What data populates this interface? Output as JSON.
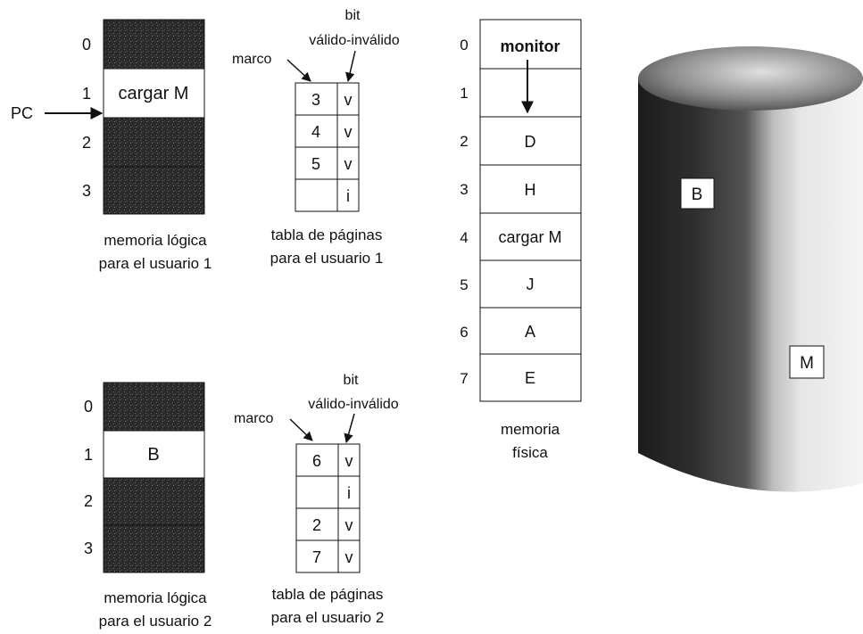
{
  "pc_label": "PC",
  "user1": {
    "logical_memory": {
      "rows": [
        {
          "index": "0",
          "label": "",
          "shaded": true
        },
        {
          "index": "1",
          "label": "cargar M",
          "shaded": false
        },
        {
          "index": "2",
          "label": "",
          "shaded": true
        },
        {
          "index": "3",
          "label": "",
          "shaded": true
        }
      ],
      "caption_line1": "memoria lógica",
      "caption_line2": "para el usuario 1"
    },
    "page_table": {
      "header_bit": "bit",
      "header_valid": "válido-inválido",
      "header_frame": "marco",
      "rows": [
        {
          "frame": "3",
          "bit": "v"
        },
        {
          "frame": "4",
          "bit": "v"
        },
        {
          "frame": "5",
          "bit": "v"
        },
        {
          "frame": "",
          "bit": "i"
        }
      ],
      "caption_line1": "tabla de páginas",
      "caption_line2": "para el usuario 1"
    }
  },
  "user2": {
    "logical_memory": {
      "rows": [
        {
          "index": "0",
          "label": "",
          "shaded": true
        },
        {
          "index": "1",
          "label": "B",
          "shaded": false
        },
        {
          "index": "2",
          "label": "",
          "shaded": true
        },
        {
          "index": "3",
          "label": "",
          "shaded": true
        }
      ],
      "caption_line1": "memoria lógica",
      "caption_line2": "para el usuario 2"
    },
    "page_table": {
      "header_bit": "bit",
      "header_valid": "válido-inválido",
      "header_frame": "marco",
      "rows": [
        {
          "frame": "6",
          "bit": "v"
        },
        {
          "frame": "",
          "bit": "i"
        },
        {
          "frame": "2",
          "bit": "v"
        },
        {
          "frame": "7",
          "bit": "v"
        }
      ],
      "caption_line1": "tabla de páginas",
      "caption_line2": "para el usuario 2"
    }
  },
  "physical_memory": {
    "rows": [
      {
        "index": "0",
        "label": "monitor"
      },
      {
        "index": "1",
        "label": ""
      },
      {
        "index": "2",
        "label": "D"
      },
      {
        "index": "3",
        "label": "H"
      },
      {
        "index": "4",
        "label": "cargar M"
      },
      {
        "index": "5",
        "label": "J"
      },
      {
        "index": "6",
        "label": "A"
      },
      {
        "index": "7",
        "label": "E"
      }
    ],
    "caption_line1": "memoria",
    "caption_line2": "física"
  },
  "disk": {
    "label_b": "B",
    "label_m": "M"
  }
}
